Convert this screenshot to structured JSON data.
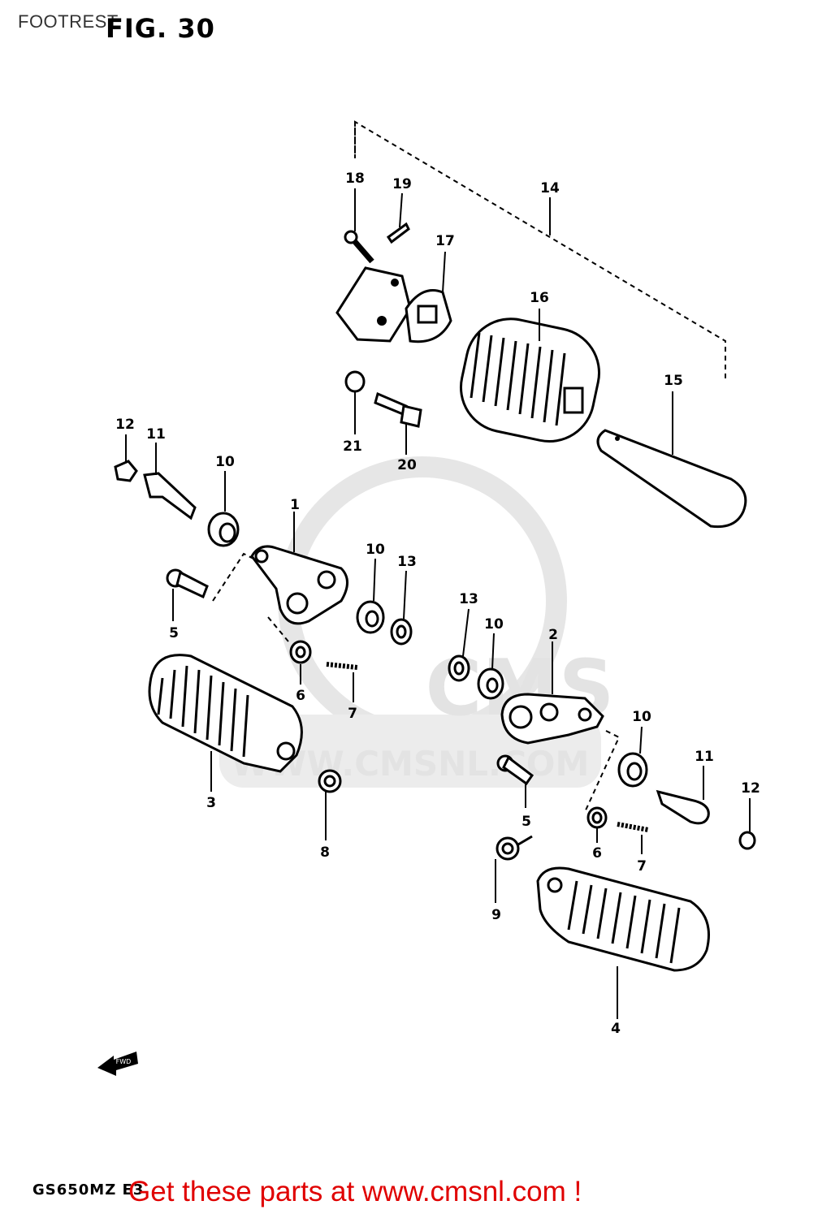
{
  "header": {
    "page_title": "FOOTREST",
    "figure_title": "FIG. 30"
  },
  "watermark": {
    "brand": "CMS",
    "url": "WWW.CMSNL.COM"
  },
  "callouts": [
    "1",
    "2",
    "3",
    "4",
    "5",
    "5",
    "6",
    "6",
    "7",
    "7",
    "8",
    "9",
    "10",
    "10",
    "10",
    "10",
    "11",
    "11",
    "12",
    "12",
    "13",
    "13",
    "14",
    "15",
    "16",
    "17",
    "18",
    "19",
    "20",
    "21"
  ],
  "direction_arrow": "FWD",
  "footer": {
    "model_code": "GS650MZ E3",
    "promo_text": "Get these parts at www.cmsnl.com !"
  },
  "colors": {
    "promo": "#e00000",
    "watermark": "#e3e3e3",
    "line": "#000000"
  }
}
